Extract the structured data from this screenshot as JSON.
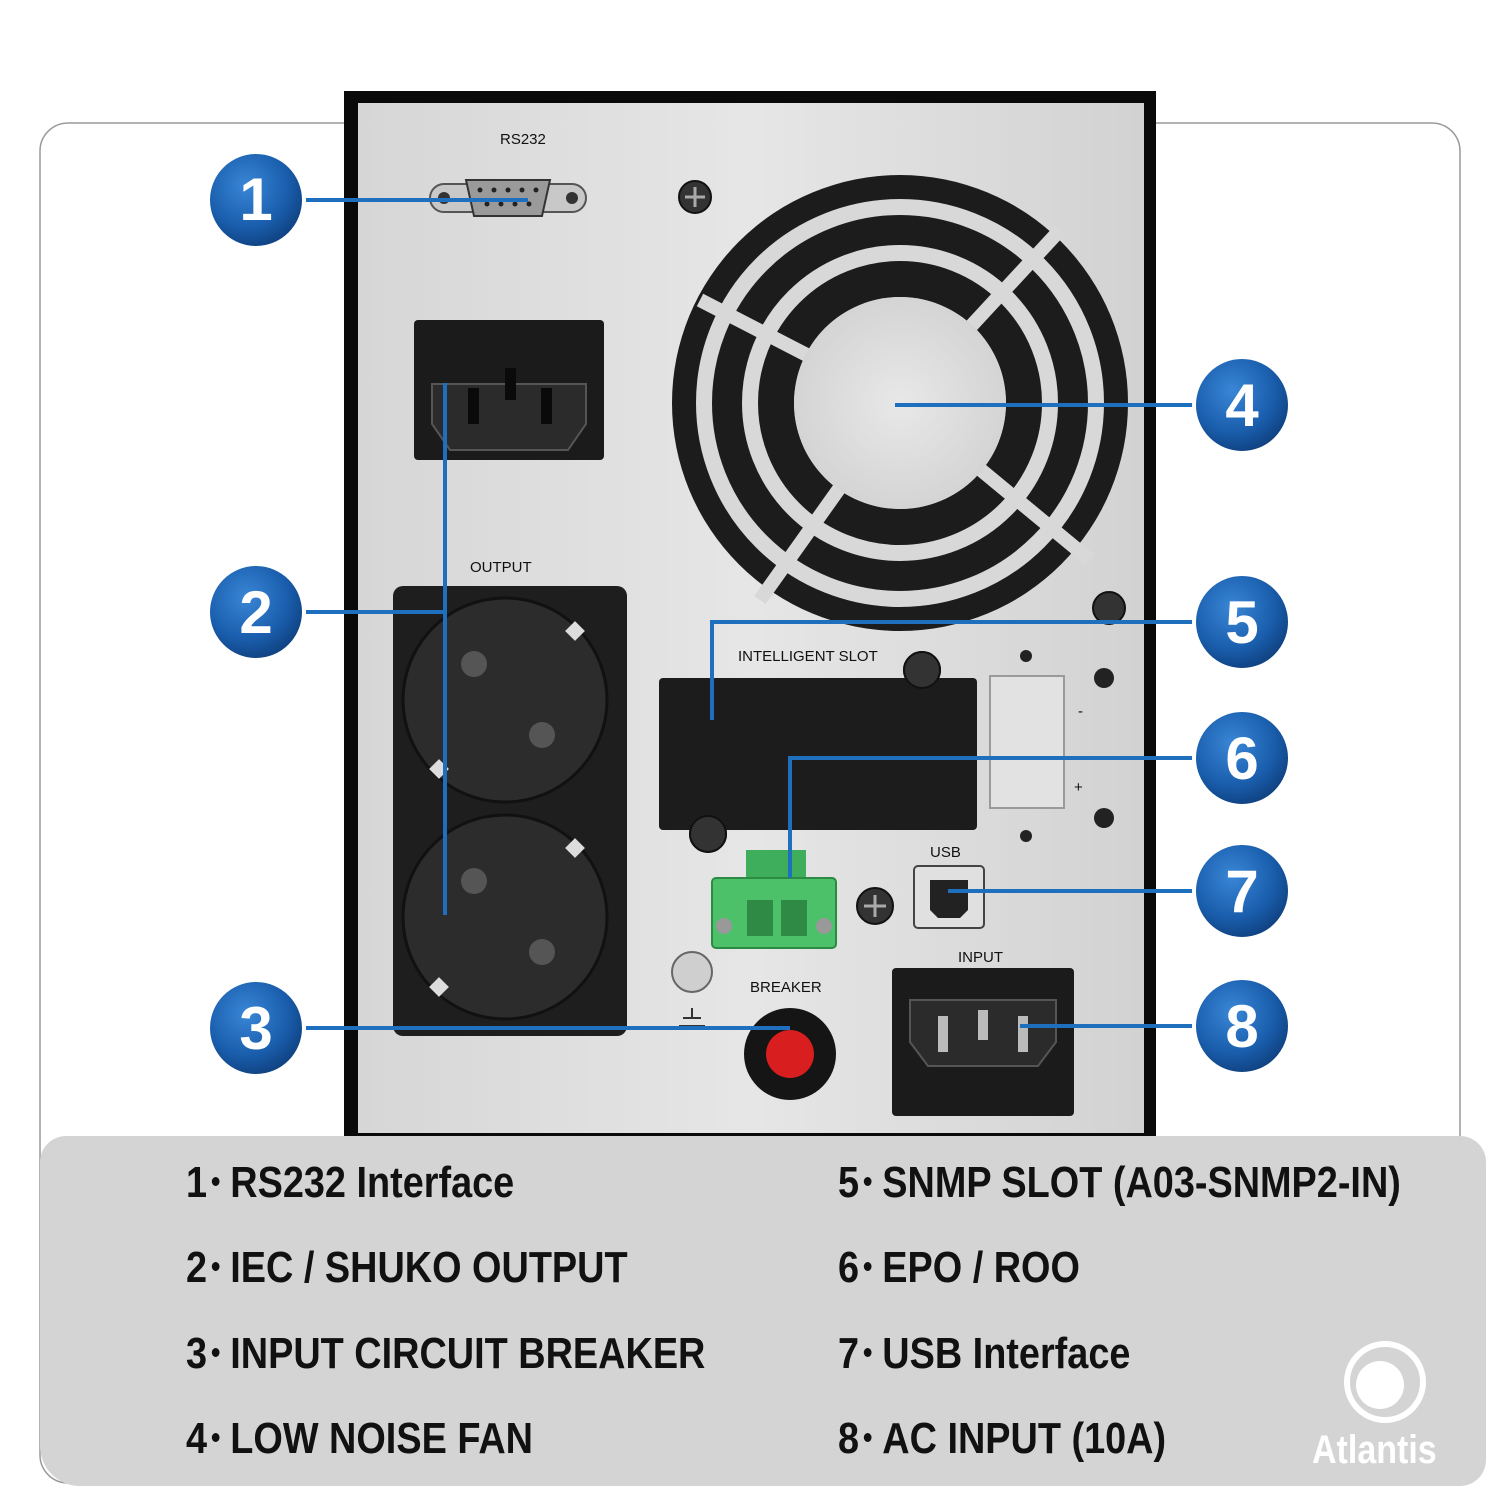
{
  "panel_labels": {
    "rs232": "RS232",
    "output": "OUTPUT",
    "intelligent_slot": "INTELLIGENT SLOT",
    "usb": "USB",
    "input": "INPUT",
    "breaker": "BREAKER",
    "minus": "-",
    "plus": "+"
  },
  "callouts": [
    {
      "number": "1"
    },
    {
      "number": "2"
    },
    {
      "number": "3"
    },
    {
      "number": "4"
    },
    {
      "number": "5"
    },
    {
      "number": "6"
    },
    {
      "number": "7"
    },
    {
      "number": "8"
    }
  ],
  "legend": [
    {
      "number": "1",
      "label": "RS232 Interface"
    },
    {
      "number": "2",
      "label": "IEC / SHUKO OUTPUT"
    },
    {
      "number": "3",
      "label": "INPUT CIRCUIT BREAKER"
    },
    {
      "number": "4",
      "label": "LOW NOISE FAN"
    },
    {
      "number": "5",
      "label": "SNMP SLOT (A03-SNMP2-IN)"
    },
    {
      "number": "6",
      "label": "EPO / ROO"
    },
    {
      "number": "7",
      "label": "USB Interface"
    },
    {
      "number": "8",
      "label": "AC INPUT (10A)"
    }
  ],
  "brand": {
    "name": "Atlantis"
  },
  "colors": {
    "callout_blue": "#1a5fae",
    "leader_line": "#1f6fbf",
    "panel_silver": "#d9d9d9",
    "legend_bg": "#d4d4d4",
    "breaker_red": "#d81e1e",
    "terminal_green": "#4cc16a"
  }
}
